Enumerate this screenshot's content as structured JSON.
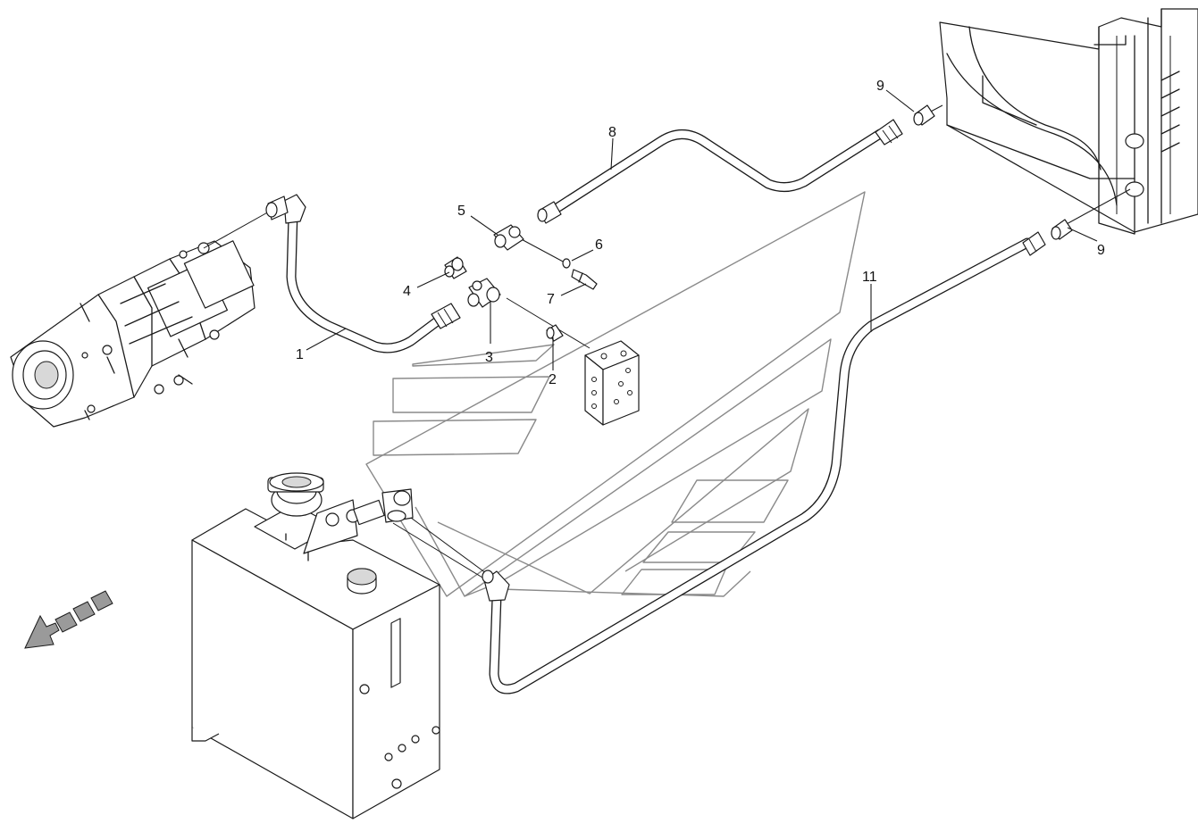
{
  "callouts": {
    "c1": "1",
    "c2": "2",
    "c3": "3",
    "c4": "4",
    "c5": "5",
    "c6": "6",
    "c7": "7",
    "c8": "8",
    "c9a": "9",
    "c9b": "9",
    "c11": "11"
  },
  "colors": {
    "line": "#1a1a1a",
    "watermark": "#8a8a8a",
    "background": "#ffffff",
    "direction_arrow": "#9a9a9a"
  },
  "icons": {
    "direction_arrow": "travel-direction-arrow-icon"
  }
}
